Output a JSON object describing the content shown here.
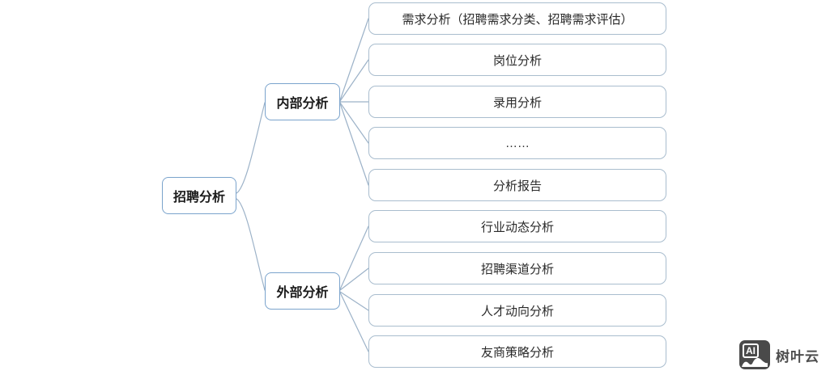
{
  "diagram": {
    "type": "mindmap",
    "direction": "left-to-right",
    "root": {
      "label": "招聘分析"
    },
    "branches": [
      {
        "label": "内部分析",
        "children": [
          "需求分析（招聘需求分类、招聘需求评估）",
          "岗位分析",
          "录用分析",
          "……",
          "分析报告"
        ]
      },
      {
        "label": "外部分析",
        "children": [
          "行业动态分析",
          "招聘渠道分析",
          "人才动向分析",
          "友商策略分析"
        ]
      }
    ]
  },
  "watermark": {
    "logo_text": "AI",
    "brand": "树叶云"
  },
  "colors": {
    "background": "#ffffff",
    "main_node_border": "#7aa3cc",
    "leaf_node_border": "#a9bdce",
    "connector": "#9cb2c8",
    "text": "#1b1b1b",
    "watermark": "#4a4a4a"
  }
}
